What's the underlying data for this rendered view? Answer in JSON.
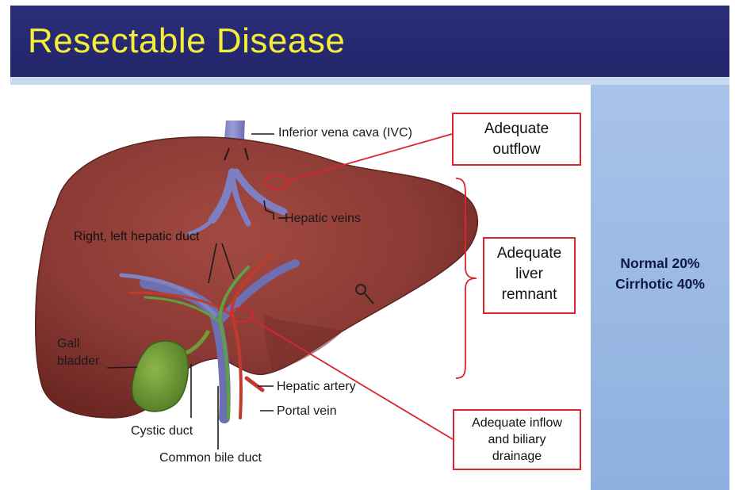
{
  "slide": {
    "title": "Resectable Disease",
    "stats": {
      "normal": "Normal 20%",
      "cirrhotic": "Cirrhotic 40%"
    }
  },
  "figure": {
    "labels": {
      "ivc": "Inferior vena cava (IVC)",
      "hepatic_veins": "Hepatic veins",
      "hepatic_duct": "Right, left hepatic duct",
      "gall_bladder_line1": "Gall",
      "gall_bladder_line2": "bladder",
      "hepatic_artery": "Hepatic artery",
      "portal_vein": "Portal vein",
      "cystic_duct": "Cystic duct",
      "common_bile_duct": "Common bile duct"
    },
    "callouts": {
      "outflow_line1": "Adequate",
      "outflow_line2": "outflow",
      "remnant_line1": "Adequate",
      "remnant_line2": "liver",
      "remnant_line3": "remnant",
      "inflow_line1": "Adequate inflow",
      "inflow_line2": "and biliary",
      "inflow_line3": "drainage"
    }
  },
  "colors": {
    "title_bar": "#23256a",
    "title_text": "#f4ee3a",
    "sidebar": "#9bb9e4",
    "callout_border": "#d8262c",
    "liver": "#8b3a34"
  }
}
